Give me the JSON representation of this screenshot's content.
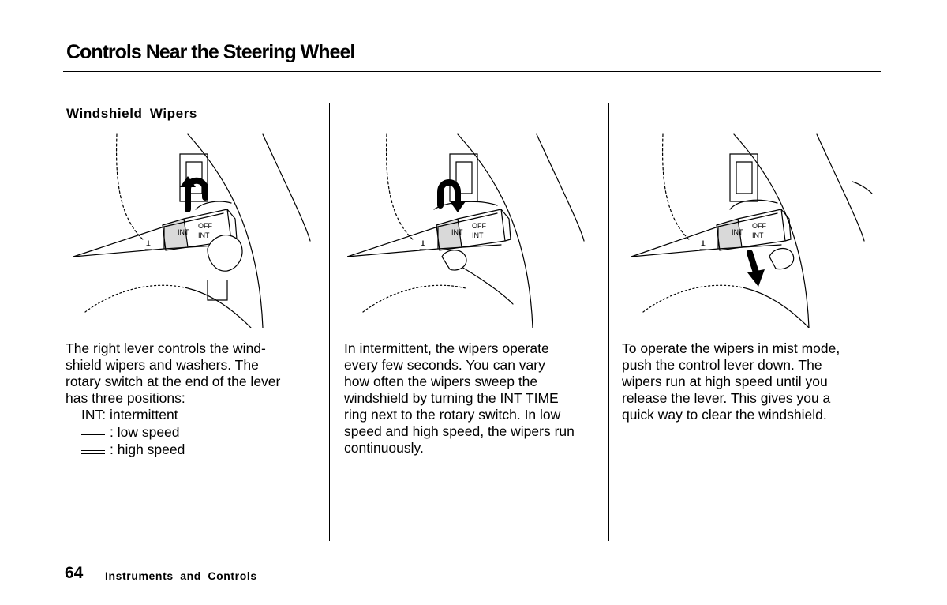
{
  "header": {
    "title": "Controls Near the Steering Wheel"
  },
  "section": {
    "heading": "Windshield  Wipers"
  },
  "illustrations": [
    {
      "arrow": "curved-up-rotate",
      "labels": {
        "int": "INT",
        "off": "OFF",
        "int2": "INT"
      }
    },
    {
      "arrow": "curved-down-rotate",
      "labels": {
        "int": "INT",
        "off": "OFF",
        "int2": "INT"
      }
    },
    {
      "arrow": "straight-down",
      "labels": {
        "int": "INT",
        "off": "OFF",
        "int2": "INT"
      }
    }
  ],
  "columns": [
    {
      "lines": [
        "The right lever controls the wind-",
        "shield wipers and washers. The",
        "rotary switch at the end of the lever",
        "has three positions:"
      ],
      "positions": {
        "int": "INT: intermittent",
        "low": ": low speed",
        "high": ": high speed"
      }
    },
    {
      "lines": [
        "In intermittent, the wipers operate",
        "every few seconds. You can vary",
        "how often the wipers sweep the",
        "windshield by turning the INT TIME",
        "ring next to the rotary switch. In low",
        "speed and high speed, the wipers run",
        "continuously."
      ]
    },
    {
      "lines": [
        "To operate the wipers in mist mode,",
        "push the control lever down. The",
        "wipers run at high speed until you",
        "release the lever. This gives you a",
        "quick way to clear the windshield."
      ]
    }
  ],
  "footer": {
    "page_number": "64",
    "section_title": "Instruments and Controls"
  }
}
